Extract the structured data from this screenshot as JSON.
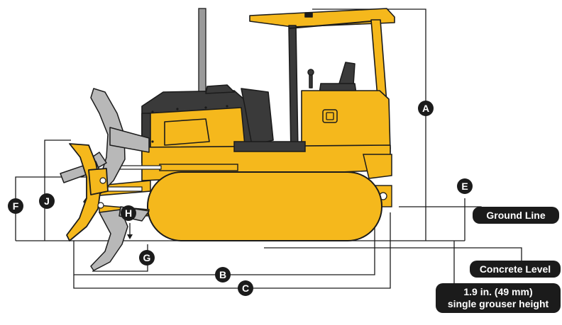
{
  "dimension_labels": {
    "A": "A",
    "B": "B",
    "C": "C",
    "E": "E",
    "F": "F",
    "G": "G",
    "H": "H",
    "J": "J"
  },
  "callouts": {
    "ground_line": "Ground Line",
    "concrete_level": "Concrete Level",
    "grouser_line1": "1.9 in. (49 mm)",
    "grouser_line2": "single grouser height"
  },
  "colors": {
    "body_yellow": "#F5B81C",
    "outline": "#1b1b1b",
    "dark_gray": "#3a3a3a",
    "ripper_gray": "#b8b8b8",
    "exhaust_gray": "#9a9a9a",
    "label_bg": "#1b1b1b",
    "label_text": "#ffffff"
  }
}
